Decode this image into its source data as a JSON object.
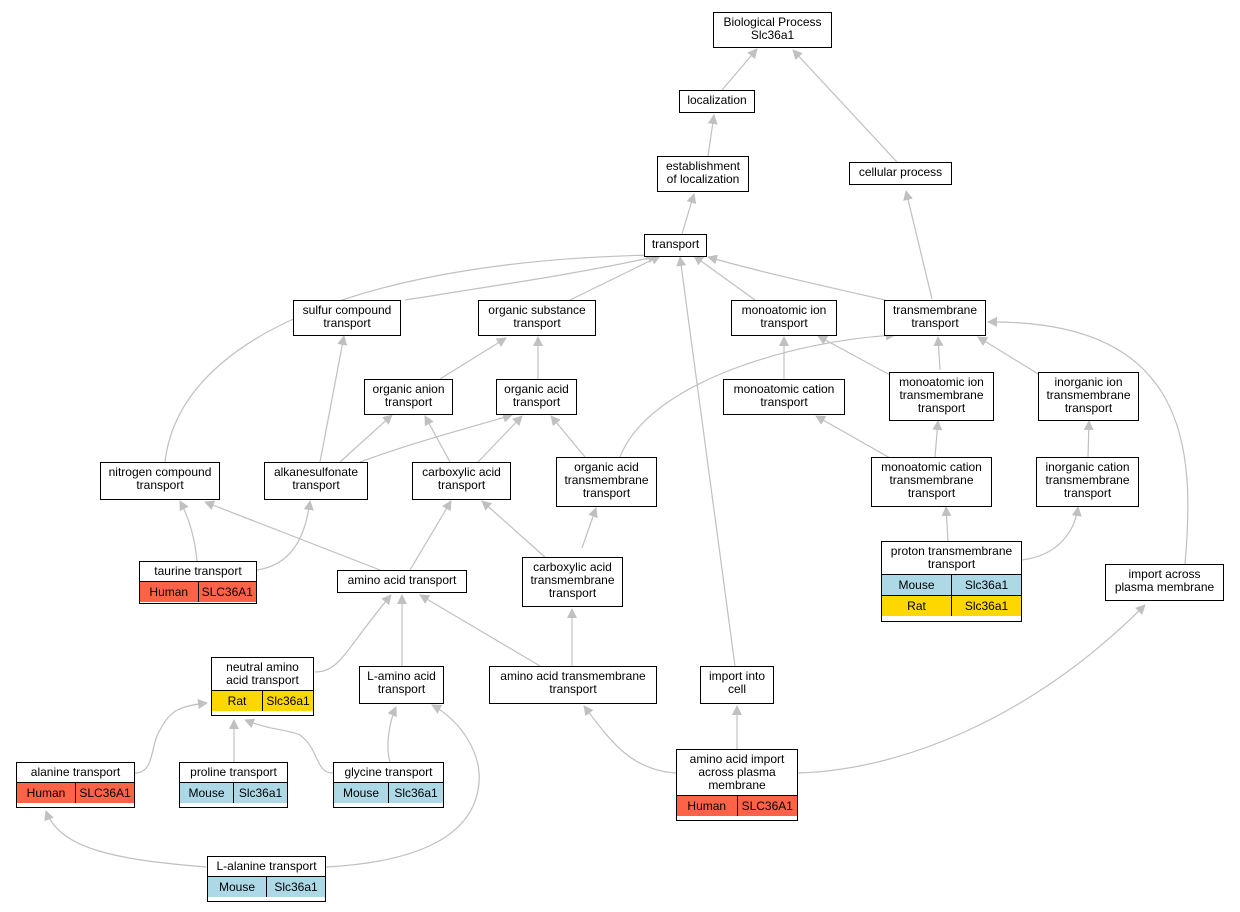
{
  "root": {
    "line1": "Biological Process",
    "line2": "Slc36a1"
  },
  "localization": "localization",
  "establishment": {
    "line1": "establishment",
    "line2": "of localization"
  },
  "cellular_process": "cellular process",
  "transport": "transport",
  "sulfur_compound": {
    "line1": "sulfur compound",
    "line2": "transport"
  },
  "organic_substance": {
    "line1": "organic substance",
    "line2": "transport"
  },
  "monoatomic_ion": {
    "line1": "monoatomic ion",
    "line2": "transport"
  },
  "transmembrane": {
    "line1": "transmembrane",
    "line2": "transport"
  },
  "organic_anion": {
    "line1": "organic anion",
    "line2": "transport"
  },
  "organic_acid": {
    "line1": "organic acid",
    "line2": "transport"
  },
  "monoatomic_cation": {
    "line1": "monoatomic cation",
    "line2": "transport"
  },
  "monoatomic_ion_tm": {
    "line1": "monoatomic ion",
    "line2": "transmembrane",
    "line3": "transport"
  },
  "inorganic_ion_tm": {
    "line1": "inorganic ion",
    "line2": "transmembrane",
    "line3": "transport"
  },
  "nitrogen_compound": {
    "line1": "nitrogen compound",
    "line2": "transport"
  },
  "alkanesulfonate": {
    "line1": "alkanesulfonate",
    "line2": "transport"
  },
  "carboxylic_acid": {
    "line1": "carboxylic acid",
    "line2": "transport"
  },
  "organic_acid_tm": {
    "line1": "organic acid",
    "line2": "transmembrane",
    "line3": "transport"
  },
  "monoatomic_cation_tm": {
    "line1": "monoatomic cation",
    "line2": "transmembrane",
    "line3": "transport"
  },
  "inorganic_cation_tm": {
    "line1": "inorganic cation",
    "line2": "transmembrane",
    "line3": "transport"
  },
  "taurine": {
    "label": "taurine transport",
    "org": "Human",
    "gene": "SLC36A1"
  },
  "amino_acid": "amino acid transport",
  "carboxylic_acid_tm": {
    "line1": "carboxylic acid",
    "line2": "transmembrane",
    "line3": "transport"
  },
  "proton_tm": {
    "line1": "proton transmembrane",
    "line2": "transport",
    "rows": [
      {
        "org": "Mouse",
        "gene": "Slc36a1"
      },
      {
        "org": "Rat",
        "gene": "Slc36a1"
      }
    ]
  },
  "import_across": {
    "line1": "import across",
    "line2": "plasma membrane"
  },
  "neutral_amino": {
    "line1": "neutral amino",
    "line2": "acid transport",
    "org": "Rat",
    "gene": "Slc36a1"
  },
  "l_amino": {
    "line1": "L-amino acid",
    "line2": "transport"
  },
  "amino_acid_tm": {
    "line1": "amino acid transmembrane",
    "line2": "transport"
  },
  "import_into_cell": {
    "line1": "import into",
    "line2": "cell"
  },
  "alanine": {
    "label": "alanine transport",
    "org": "Human",
    "gene": "SLC36A1"
  },
  "proline": {
    "label": "proline transport",
    "org": "Mouse",
    "gene": "Slc36a1"
  },
  "glycine": {
    "label": "glycine transport",
    "org": "Mouse",
    "gene": "Slc36a1"
  },
  "amino_acid_import": {
    "line1": "amino acid import",
    "line2": "across plasma",
    "line3": "membrane",
    "org": "Human",
    "gene": "SLC36A1"
  },
  "l_alanine": {
    "label": "L-alanine transport",
    "org": "Mouse",
    "gene": "Slc36a1"
  },
  "colors": {
    "human": "#ff6347",
    "mouse": "#add8e6",
    "rat": "#ffd700",
    "edge": "#c0c0c0"
  }
}
